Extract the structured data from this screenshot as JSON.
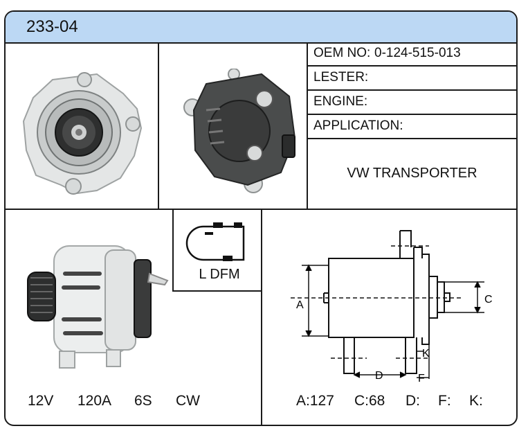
{
  "header": {
    "code": "233-04"
  },
  "specs": {
    "oem_label": "OEM NO:",
    "oem_value": "0-124-515-013",
    "lester_label": "LESTER:",
    "lester_value": "",
    "engine_label": "ENGINE:",
    "engine_value": "",
    "application_label": "APPLICATION:",
    "application_value": "VW TRANSPORTER"
  },
  "connector": {
    "label": "L DFM"
  },
  "electrical": {
    "voltage": "12V",
    "current": "120A",
    "pulley": "6S",
    "rotation": "CW"
  },
  "diagram": {
    "label_a": "A",
    "label_c": "C",
    "label_d": "D",
    "label_f": "F",
    "label_k": "K"
  },
  "dimensions": {
    "a": "A:127",
    "c": "C:68",
    "d": "D:",
    "f": "F:",
    "k": "K:"
  }
}
